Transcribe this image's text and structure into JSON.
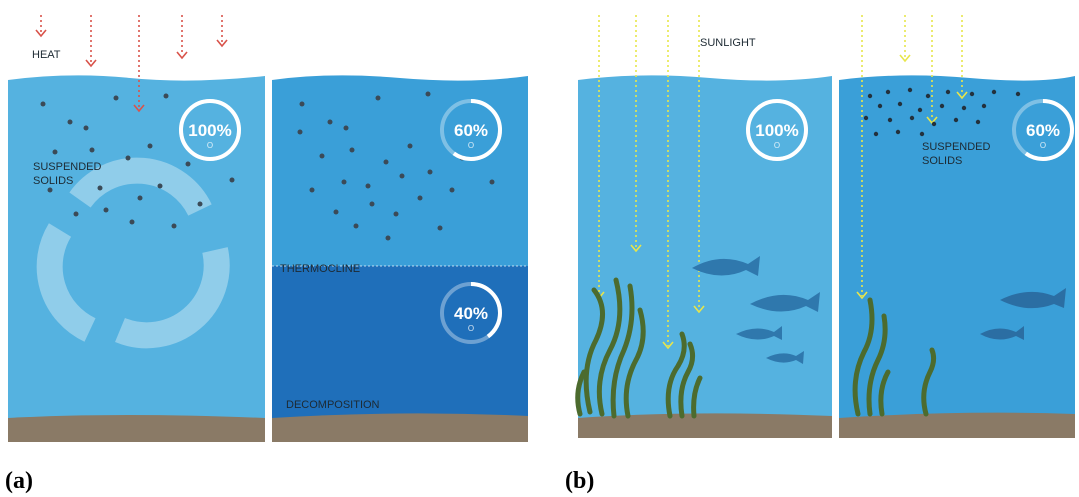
{
  "panel_a": {
    "caption": "(a)",
    "heat_label": "HEAT",
    "suspended_label_line1": "SUSPENDED",
    "suspended_label_line2": "SOLIDS",
    "left_oxygen_percent": "100%",
    "left_oxygen_unit": "O",
    "left_oxygen_level": 1.0,
    "right_top_oxygen_percent": "60%",
    "right_top_oxygen_unit": "O",
    "right_top_oxygen_level": 0.6,
    "right_bottom_oxygen_percent": "40%",
    "right_bottom_oxygen_unit": "O",
    "right_bottom_oxygen_level": 0.4,
    "thermocline_label": "THERMOCLINE",
    "decomposition_label": "DECOMPOSITION"
  },
  "panel_b": {
    "caption": "(b)",
    "sunlight_label": "SUNLIGHT",
    "suspended_label_line1": "SUSPENDED",
    "suspended_label_line2": "SOLIDS",
    "left_oxygen_percent": "100%",
    "left_oxygen_unit": "O",
    "left_oxygen_level": 1.0,
    "right_oxygen_percent": "60%",
    "right_oxygen_unit": "O",
    "right_oxygen_level": 0.6
  },
  "colors": {
    "water_light": "#55b2e0",
    "water_mid": "#3a9fd8",
    "water_deep": "#1f6fba",
    "sediment": "#8a7a66",
    "heat_arrow": "#d9534a",
    "sun_arrow": "#e8e64a",
    "seaweed": "#4c6b2e",
    "fish": "#2f78ad",
    "particle": "#3b4a57"
  }
}
